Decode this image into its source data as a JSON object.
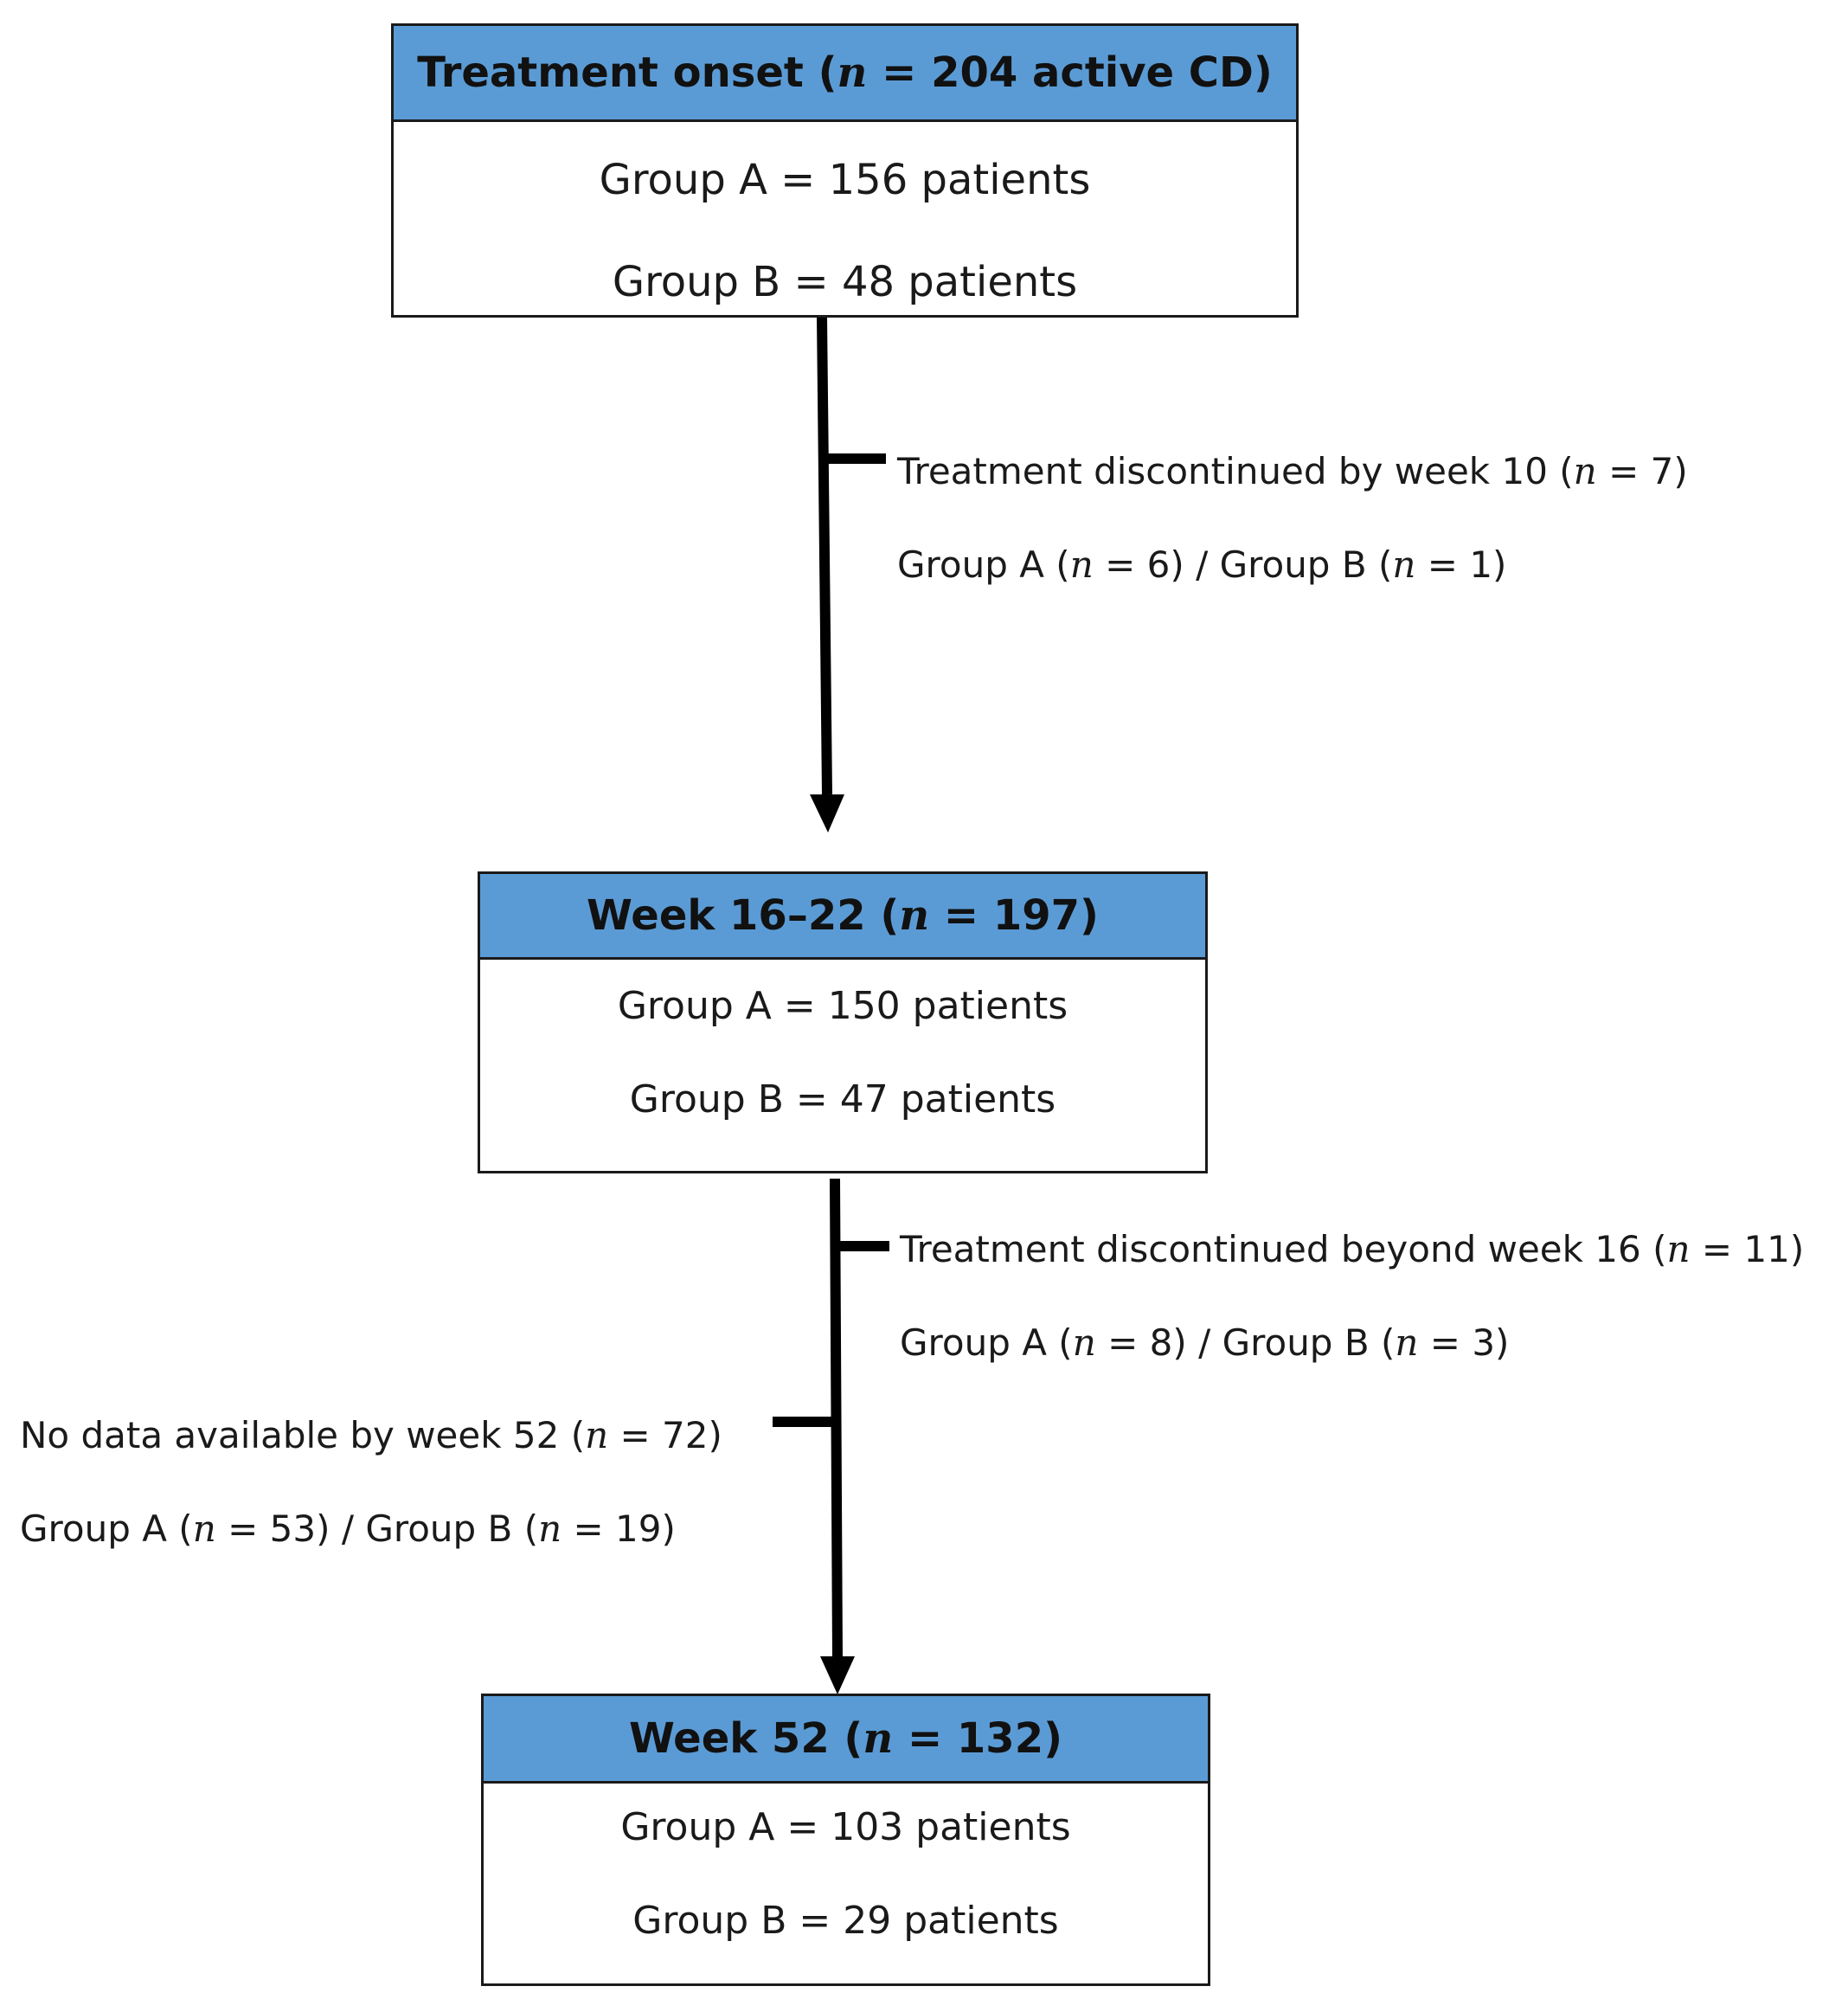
{
  "stages": {
    "onset": {
      "title_pre": "Treatment onset (",
      "title_n": "n",
      "title_post": " = 204 active CD)",
      "group_a": "Group A = 156 patients",
      "group_b": "Group B = 48 patients"
    },
    "week16": {
      "title_pre": "Week 16–22 (",
      "title_n": "n",
      "title_post": " = 197)",
      "group_a": "Group A = 150 patients",
      "group_b": "Group B = 47 patients"
    },
    "week52": {
      "title_pre": "Week 52 (",
      "title_n": "n",
      "title_post": " = 132)",
      "group_a": "Group A = 103 patients",
      "group_b": "Group B = 29 patients"
    }
  },
  "exclusions": {
    "week10": {
      "line1_pre": "Treatment discontinued by week 10 (",
      "line1_n": "n",
      "line1_post": " = 7)",
      "line2_a_pre": "Group A (",
      "line2_a_n": "n",
      "line2_a_post": " = 6) / Group B (",
      "line2_b_n": "n",
      "line2_b_post": " = 1)"
    },
    "beyond16": {
      "line1_pre": "Treatment discontinued beyond week 16 (",
      "line1_n": "n",
      "line1_post": " = 11)",
      "line2_a_pre": "Group A (",
      "line2_a_n": "n",
      "line2_a_post": " = 8) / Group B (",
      "line2_b_n": "n",
      "line2_b_post": " = 3)"
    },
    "nodata52": {
      "line1_pre": "No data available by week 52 (",
      "line1_n": "n",
      "line1_post": " = 72)",
      "line2_a_pre": "Group A (",
      "line2_a_n": "n",
      "line2_a_post": " = 53) / Group B (",
      "line2_b_n": "n",
      "line2_b_post": " = 19)"
    }
  },
  "colors": {
    "header_fill": "#5b9bd5",
    "line": "#000000"
  }
}
